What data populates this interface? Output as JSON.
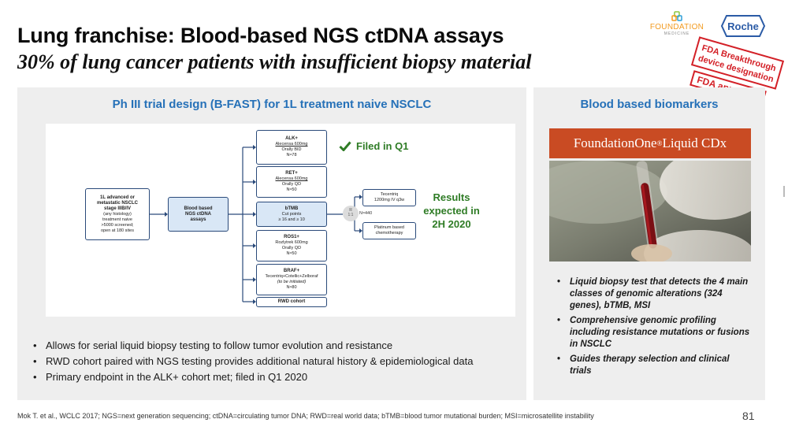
{
  "header": {
    "title": "Lung franchise: Blood-based NGS ctDNA assays",
    "subtitle": "30% of lung cancer patients with insufficient biopsy material"
  },
  "logos": {
    "foundation_word": "FOUNDATION",
    "foundation_sub": "MEDICINE",
    "roche": "Roche"
  },
  "stamps": {
    "breakthrough_line1": "FDA Breakthrough",
    "breakthrough_line2": "device designation",
    "approved": "FDA approved"
  },
  "left_panel": {
    "heading": "Ph III trial design (B-FAST) for 1L treatment naive NSCLC",
    "diagram": {
      "population": [
        "1L advanced or",
        "metastatic NSCLC",
        "stage IIIB/IV",
        "(any histology)",
        "treatment naive",
        ">5000 screened;",
        "open at 180 sites"
      ],
      "assay": [
        "Blood based",
        "NGS ctDNA",
        "assays"
      ],
      "cohorts": [
        {
          "title": "ALK+",
          "lines": [
            "Alecensa 600mg",
            "Orally BID",
            "N≈78"
          ]
        },
        {
          "title": "RET+",
          "lines": [
            "Alecensa 600mg",
            "Orally QD",
            "N≈50"
          ]
        },
        {
          "title": "bTMB",
          "lines": [
            "Cut points",
            "≥ 16 and ≥ 10"
          ]
        },
        {
          "title": "ROS1+",
          "lines": [
            "Rozlytrek 600mg",
            "Orally QD",
            "N≈50"
          ]
        },
        {
          "title": "BRAF+",
          "lines": [
            "Tecentriq+Cotellic+Zelboraf",
            "(to be initiated)",
            "N≈80"
          ]
        },
        {
          "title": "RWD cohort",
          "lines": []
        }
      ],
      "randomization": [
        "R",
        "1:1"
      ],
      "n_label": "N≈440",
      "arms": [
        [
          "Tecentriq",
          "1200mg IV q3w"
        ],
        [
          "Platinum based",
          "chemotherapy"
        ]
      ],
      "filed_label": "Filed in Q1",
      "results_label": [
        "Results",
        "expected in",
        "2H 2020"
      ]
    },
    "bullets": [
      "Allows for serial liquid biopsy testing to follow tumor evolution and resistance",
      "RWD cohort paired with NGS testing provides additional natural history & epidemiological data",
      "Primary endpoint in the ALK+ cohort met; filed in Q1 2020"
    ]
  },
  "right_panel": {
    "heading": "Blood based biomarkers",
    "banner_name": "FoundationOne",
    "banner_reg": "®",
    "banner_rest": "Liquid CDx",
    "bullets": [
      "Liquid biopsy test that detects the 4 main classes of genomic alterations (324 genes), bTMB, MSI",
      "Comprehensive genomic profiling including resistance mutations or fusions in NSCLC",
      "Guides therapy selection and clinical trials"
    ]
  },
  "footer": {
    "footnote": "Mok T. et al., WCLC 2017; NGS=next generation sequencing; ctDNA=circulating tumor DNA; RWD=real world data; bTMB=blood tumor mutational burden; MSI=microsatellite instability",
    "page_number": "81"
  },
  "colors": {
    "heading_blue": "#2671b8",
    "green": "#2f7c26",
    "stamp_red": "#d32027",
    "banner_orange": "#c94b23",
    "panel_grey": "#eeeeee"
  }
}
